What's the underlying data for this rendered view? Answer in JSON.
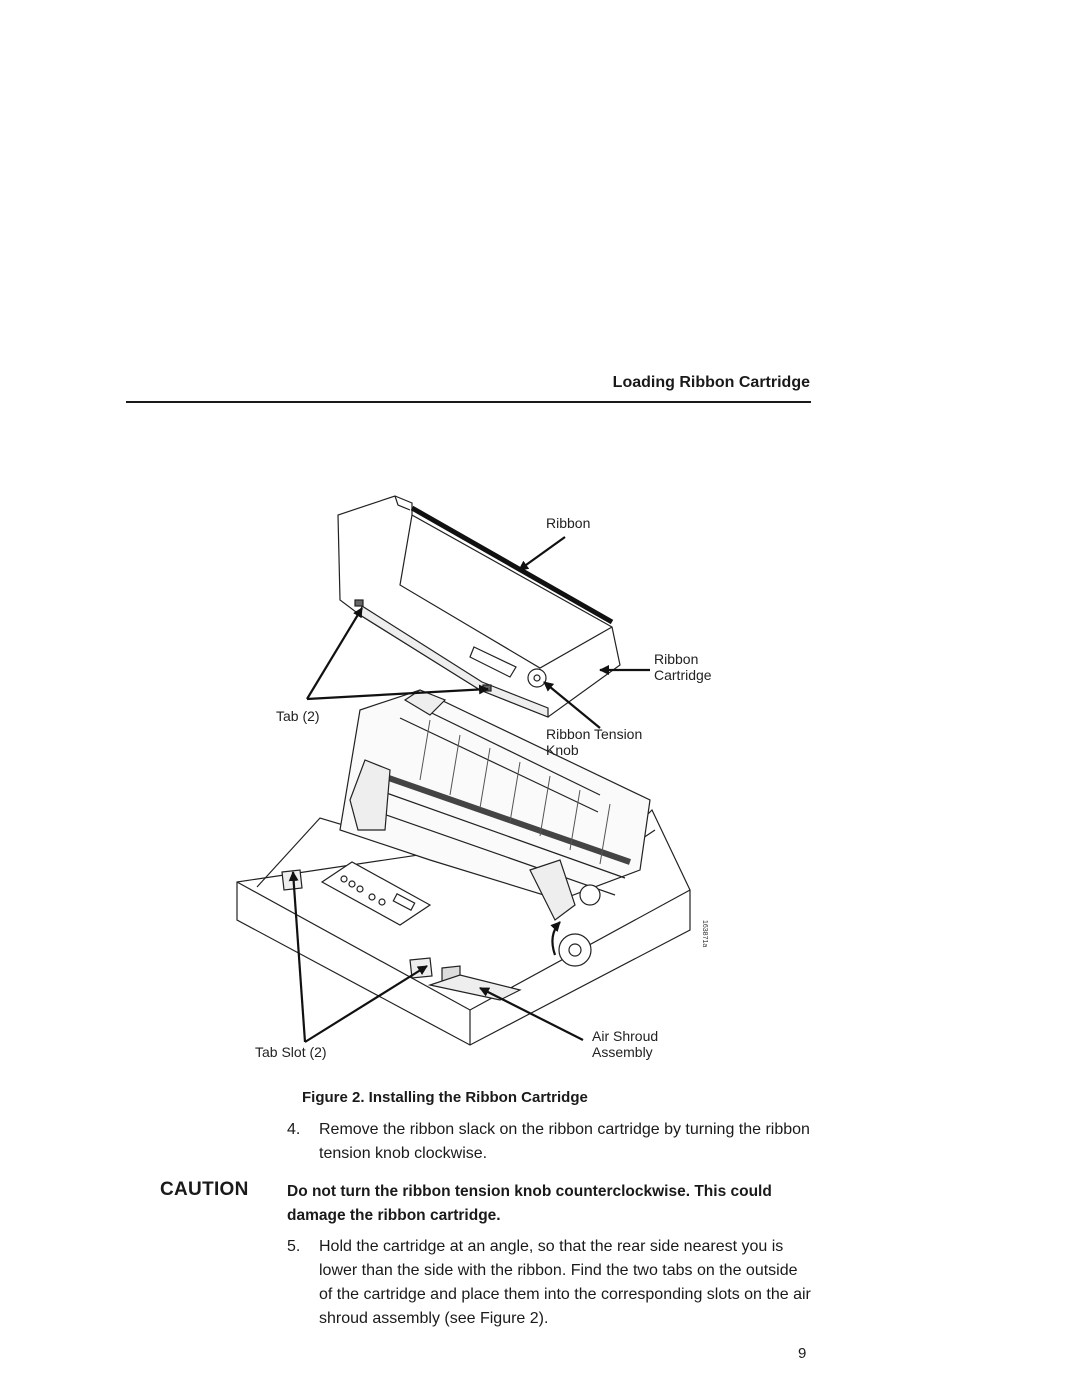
{
  "header": {
    "title": "Loading Ribbon Cartridge"
  },
  "figure": {
    "labels": {
      "ribbon": "Ribbon",
      "ribbon_cartridge_1": "Ribbon",
      "ribbon_cartridge_2": "Cartridge",
      "tab": "Tab (2)",
      "ribbon_tension_knob_1": "Ribbon Tension",
      "ribbon_tension_knob_2": "Knob",
      "air_shroud_1": "Air Shroud",
      "air_shroud_2": "Assembly",
      "tab_slot": "Tab Slot (2)"
    },
    "figure_code": "163871a",
    "caption": "Figure 2. Installing the Ribbon Cartridge"
  },
  "steps": [
    {
      "number": "4.",
      "text": "Remove the ribbon slack on the ribbon cartridge by turning the ribbon tension knob clockwise."
    },
    {
      "number": "5.",
      "text": "Hold the cartridge at an angle, so that the rear side nearest you is lower than the side with the ribbon. Find the two tabs on the outside of the cartridge and place them into the corresponding slots on the air shroud assembly (see Figure 2)."
    }
  ],
  "caution": {
    "label": "CAUTION",
    "text": "Do not turn the ribbon tension knob counterclockwise. This could damage the ribbon cartridge."
  },
  "page_number": "9"
}
